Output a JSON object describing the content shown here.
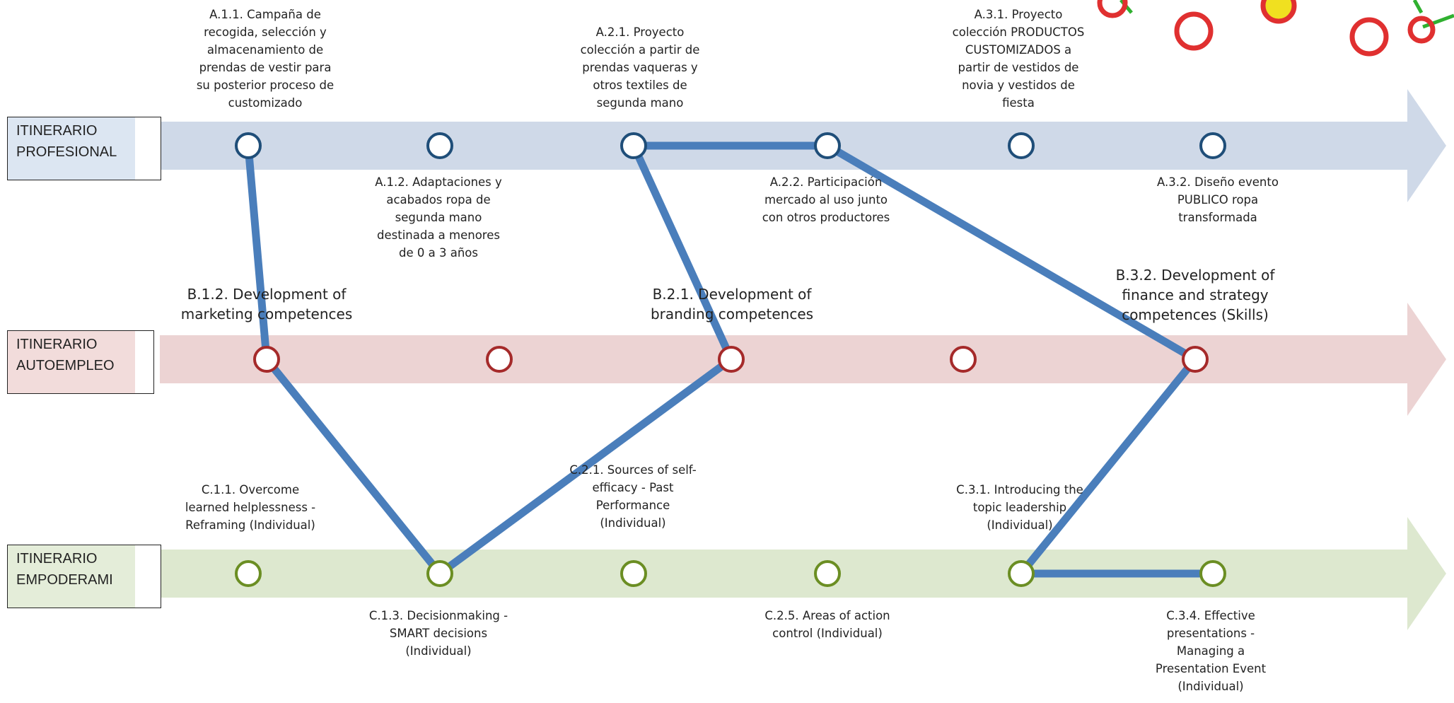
{
  "tracks": [
    {
      "label_lines": [
        "ITINERARIO",
        "PROFESIONAL"
      ],
      "color": "#cfd9e8",
      "label_bg": "#dce6f2",
      "node_color": "#1f4e79",
      "nodes": [
        "A.1.1",
        "A.1.2",
        "A.2.1",
        "A.2.2",
        "A.3.1",
        "A.3.2"
      ]
    },
    {
      "label_lines": [
        "ITINERARIO",
        "AUTOEMPLEO"
      ],
      "color": "#ecd3d3",
      "label_bg": "#f2dcdb",
      "node_color": "#a52a2a",
      "nodes": [
        "B.1.2",
        "B.1.x",
        "B.2.1",
        "B.2.x",
        "B.3.2"
      ]
    },
    {
      "label_lines": [
        "ITINERARIO",
        "EMPODERAMI"
      ],
      "color": "#dde8cf",
      "label_bg": "#e4edd9",
      "node_color": "#6b8e23",
      "nodes": [
        "C.1.1",
        "C.1.3",
        "C.2.1",
        "C.2.5",
        "C.3.1",
        "C.3.4"
      ]
    }
  ],
  "activities": [
    {
      "id": "A.1.1",
      "lines": [
        "A.1.1. Campaña de",
        "recogida, selección y",
        "almacenamiento de",
        "prendas de vestir para",
        "su posterior proceso de",
        "customizado"
      ]
    },
    {
      "id": "A.1.2",
      "lines": [
        "A.1.2. Adaptaciones  y",
        "acabados ropa de",
        "segunda mano",
        "destinada  a menores",
        "de 0 a 3 años"
      ]
    },
    {
      "id": "A.2.1",
      "lines": [
        "A.2.1. Proyecto",
        "colección  a partir de",
        "prendas vaqueras y",
        "otros textiles de",
        "segunda mano"
      ]
    },
    {
      "id": "A.2.2",
      "lines": [
        "A.2.2. Participación",
        "mercado al uso junto",
        "con otros productores"
      ]
    },
    {
      "id": "A.3.1",
      "lines": [
        "A.3.1.  Proyecto",
        "colección  PRODUCTOS",
        "CUSTOMIZADOS  a",
        "partir de vestidos de",
        "novia  y vestidos de",
        "fiesta"
      ]
    },
    {
      "id": "A.3.2",
      "lines": [
        "A.3.2. Diseño evento",
        "PUBLICO ropa",
        "transformada"
      ]
    },
    {
      "id": "B.1.2",
      "lines": [
        "B.1.2. Development of",
        "marketing competences"
      ]
    },
    {
      "id": "B.2.1",
      "lines": [
        "B.2.1. Development of",
        "branding competences"
      ]
    },
    {
      "id": "B.3.2",
      "lines": [
        "B.3.2. Development of",
        "finance and strategy",
        "competences (Skills)"
      ]
    },
    {
      "id": "C.1.1",
      "lines": [
        "C.1.1. Overcome",
        "learned helplessness  -",
        "Reframing (Individual)"
      ]
    },
    {
      "id": "C.1.3",
      "lines": [
        "C.1.3. Decisionmaking  -",
        "SMART decisions",
        "(Individual)"
      ]
    },
    {
      "id": "C.2.1",
      "lines": [
        "C.2.1. Sources of self-",
        "efficacy - Past",
        "Performance",
        "(Individual)"
      ]
    },
    {
      "id": "C.2.5",
      "lines": [
        "C.2.5. Areas of action",
        "control (Individual)"
      ]
    },
    {
      "id": "C.3.1",
      "lines": [
        "C.3.1. Introducing  the",
        "topic leadership",
        "(Individual)"
      ]
    },
    {
      "id": "C.3.4",
      "lines": [
        "C.3.4. Effective",
        "presentations  -",
        "Managing a",
        "Presentation  Event",
        "(Individual)"
      ]
    }
  ],
  "path": [
    "A.1.1",
    "B.1.2",
    "C.1.3",
    "B.2.1",
    "A.2.1",
    "A.2.2",
    "B.3.2",
    "C.3.1",
    "C.3.4"
  ],
  "path_color": "#4a7ebb",
  "decor_colors": {
    "network_node": "#e03030",
    "network_node_fill": "#f0e020",
    "network_edge": "#30b030"
  }
}
